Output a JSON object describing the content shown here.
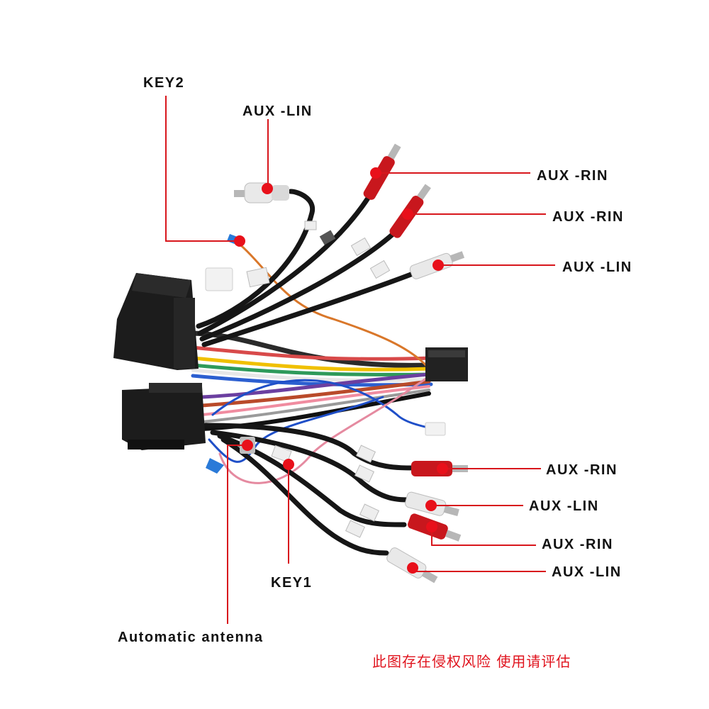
{
  "colors": {
    "callout_line": "#d8161c",
    "callout_dot": "#e8101a",
    "label_text": "#111111",
    "warning_text": "#e0141e",
    "connector_body": "#1c1c1c",
    "rca_red": "#c8171d",
    "rca_white": "#e9e9e9"
  },
  "labels": {
    "key2": "KEY2",
    "aux_lin_top": "AUX -LIN",
    "aux_rin_1": "AUX -RIN",
    "aux_rin_2": "AUX -RIN",
    "aux_lin_right": "AUX -LIN",
    "aux_rin_3": "AUX -RIN",
    "aux_lin_2": "AUX -LIN",
    "aux_rin_4": "AUX -RIN",
    "aux_lin_3": "AUX -LIN",
    "key1": "KEY1",
    "automatic_antenna": "Automatic antenna"
  },
  "warning": "此图存在侵权风险 使用请评估",
  "tag_text": {
    "key2_tag": "KEY2",
    "key1_tag": "KEY1"
  }
}
